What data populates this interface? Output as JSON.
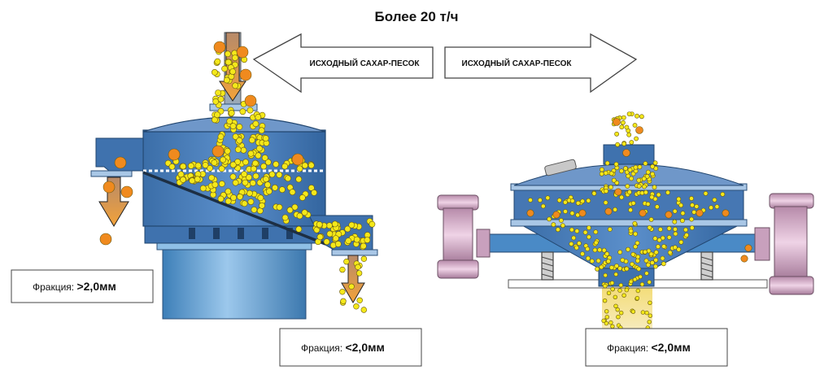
{
  "title": "Более  20 т/ч",
  "arrows": {
    "left_label": "ИСХОДНЫЙ САХАР-ПЕСОК",
    "right_label": "ИСХОДНЫЙ САХАР-ПЕСОК"
  },
  "left_machine": {
    "coarse_box": {
      "prefix": "Фракция: ",
      "value": ">2,0мм"
    },
    "fine_box": {
      "prefix": "Фракция: ",
      "value": "<2,0мм"
    }
  },
  "right_machine": {
    "fine_box": {
      "prefix": "Фракция: ",
      "value": "<2,0мм"
    }
  },
  "colors": {
    "body_blue": "#4a7fbf",
    "body_dark": "#2f5e96",
    "steel": "#a9c7e6",
    "arrow_orange": "#f0a030",
    "particle_yellow": "#f4e81a",
    "particle_orange": "#f08a1e",
    "motor_pink": "#d8b2cc"
  }
}
